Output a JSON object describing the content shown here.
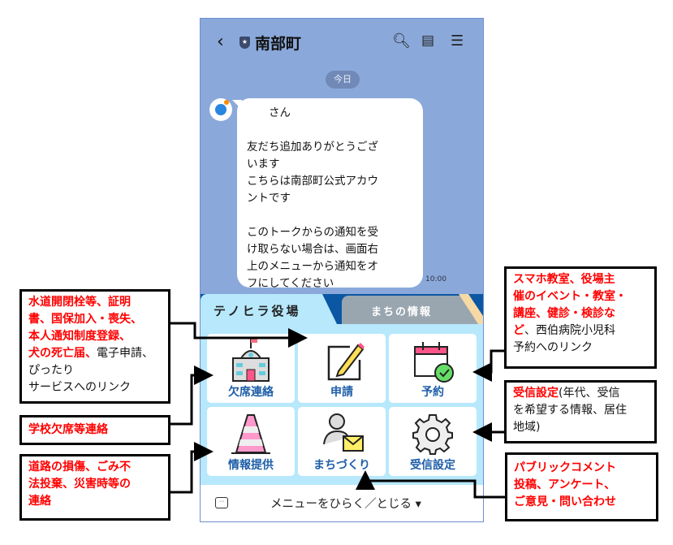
{
  "header": {
    "title": "南部町",
    "back_icon": "chevron-left",
    "icons": [
      "search-clock-icon",
      "notes-icon",
      "menu-icon"
    ]
  },
  "chat": {
    "date": "今日",
    "message": "　　さん\n\n友だち追加ありがとうござ\nいます\nこちらは南部町公式アカウ\nントです\n\nこのトークからの通知を受\nけ取らない場合は、画面右\n上のメニューから通知をオ\nフにしてください",
    "time": "10:00"
  },
  "menu": {
    "tabs": [
      "テノヒラ役場",
      "まちの情報"
    ],
    "items": [
      {
        "label": "欠席連絡",
        "icon": "school-icon"
      },
      {
        "label": "申請",
        "icon": "pencil-form-icon"
      },
      {
        "label": "予約",
        "icon": "calendar-check-icon"
      },
      {
        "label": "情報提供",
        "icon": "traffic-cone-icon"
      },
      {
        "label": "まちづくり",
        "icon": "person-mail-icon"
      },
      {
        "label": "受信設定",
        "icon": "gear-icon"
      }
    ],
    "toggle": "メニューをひらく／とじる ▾"
  },
  "callouts": {
    "c1_red": "水道開閉栓等、証明\n書、国保加入・喪失、\n本人通知制度登録、\n犬の死亡届、",
    "c1_black": "電子申請、ぴったり\nサービスへのリンク",
    "c2_red": "学校欠席等連絡",
    "c3_red": "道路の損傷、ごみ不\n法投棄、災害時等の\n連絡",
    "c4_red": "スマホ教室、役場主\n催のイベント・教室・\n講座、健診・検診な\nど",
    "c4_black": "、西伯病院小児科\n予約へのリンク",
    "c5_red": "受信設定",
    "c5_black": "(年代、受信\nを希望する情報、居住\n地域)",
    "c6_red": "パブリックコメント\n投稿、アンケート、\nご意見・問い合わせ"
  },
  "colors": {
    "chat_bg": "#8aa9da",
    "menu_bg": "#b7e8fb",
    "label": "#1e5ea8",
    "annotation_red": "#ff0000"
  }
}
